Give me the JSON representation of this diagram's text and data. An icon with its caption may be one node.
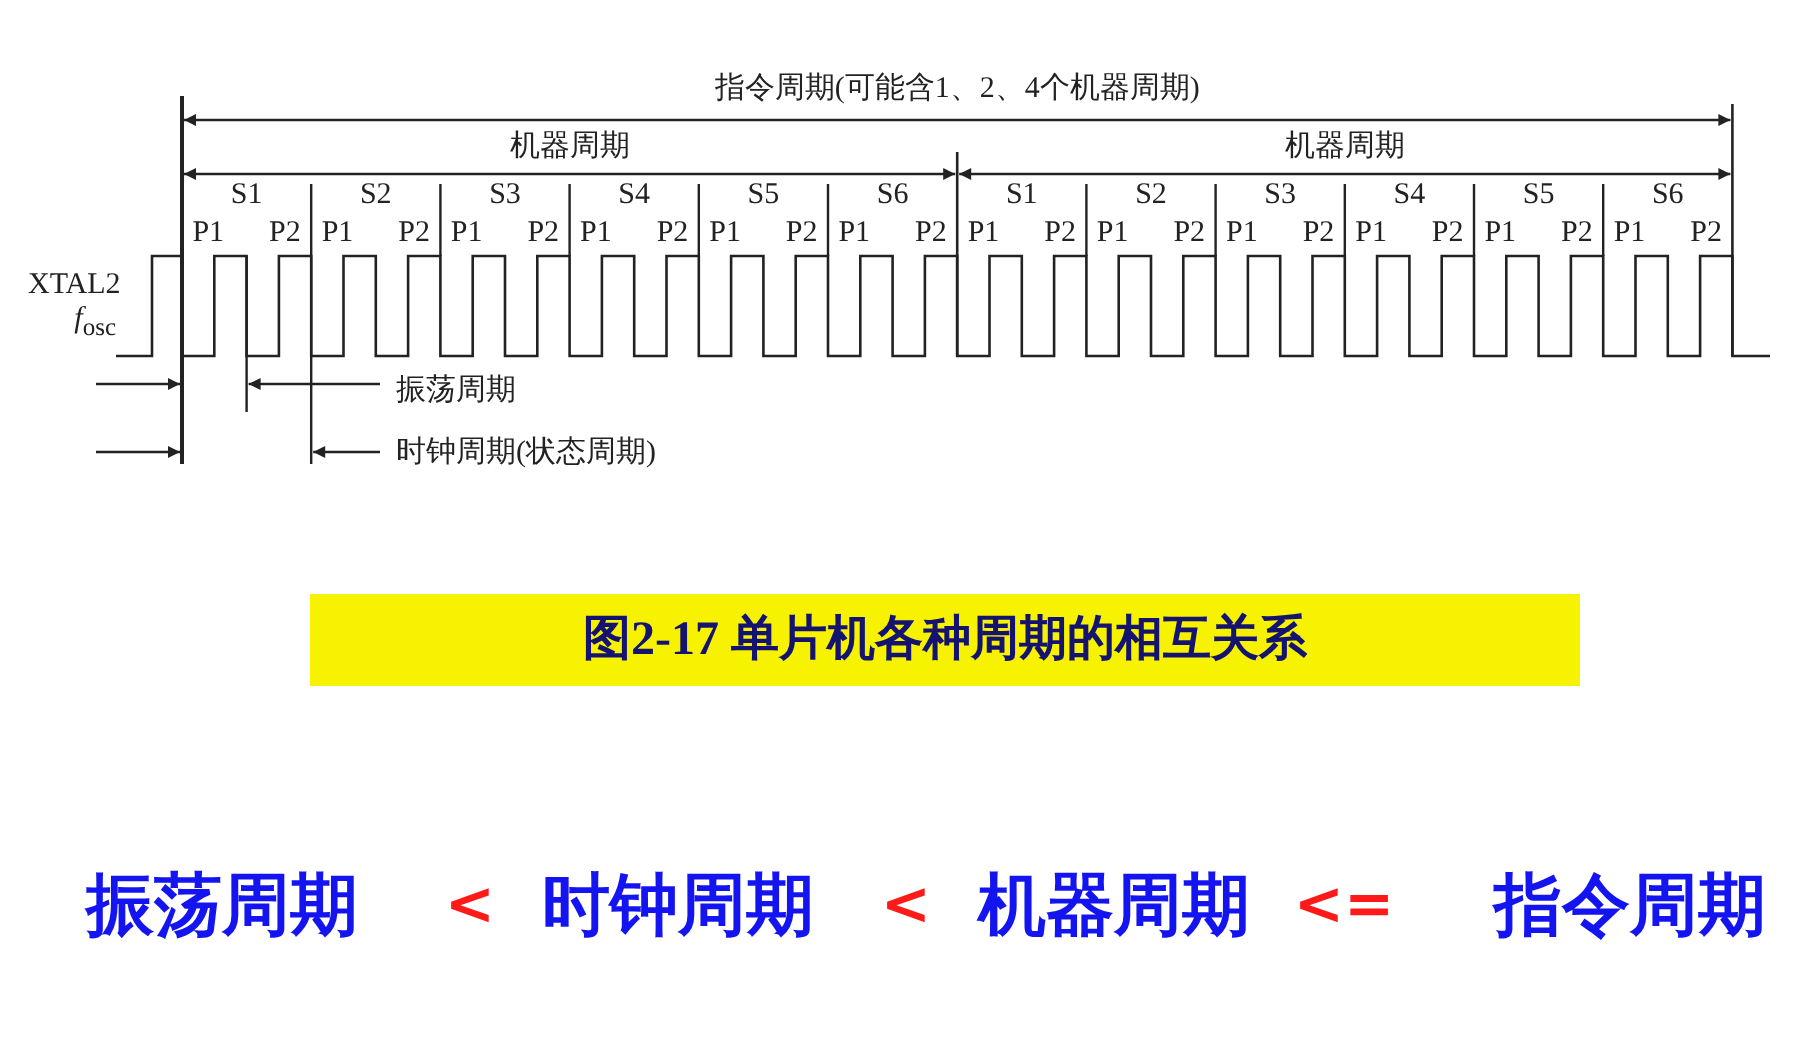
{
  "diagram": {
    "caption": "图2-17 单片机各种周期的相互关系",
    "labels": [
      "指令周期(可能含1、2、4个机器周期)",
      "机器周期",
      "机器周期",
      "S1",
      "S2",
      "S3",
      "S4",
      "S5",
      "S6",
      "S1",
      "S2",
      "S3",
      "S4",
      "S5",
      "S6",
      "P1",
      "P2",
      "P1",
      "P2",
      "P1",
      "P2",
      "P1",
      "P2",
      "P1",
      "P2",
      "P1",
      "P2",
      "P1",
      "P2",
      "P1",
      "P2",
      "P1",
      "P2",
      "P1",
      "P2",
      "P1",
      "P2",
      "P1",
      "P2",
      "XTAL2",
      "*f*$_{osc}$",
      "振荡周期",
      "时钟周期(状态周期)",
      "振荡周期",
      "<",
      "时钟周期",
      "<",
      "机器周期",
      "<=",
      "指令周期"
    ]
  }
}
